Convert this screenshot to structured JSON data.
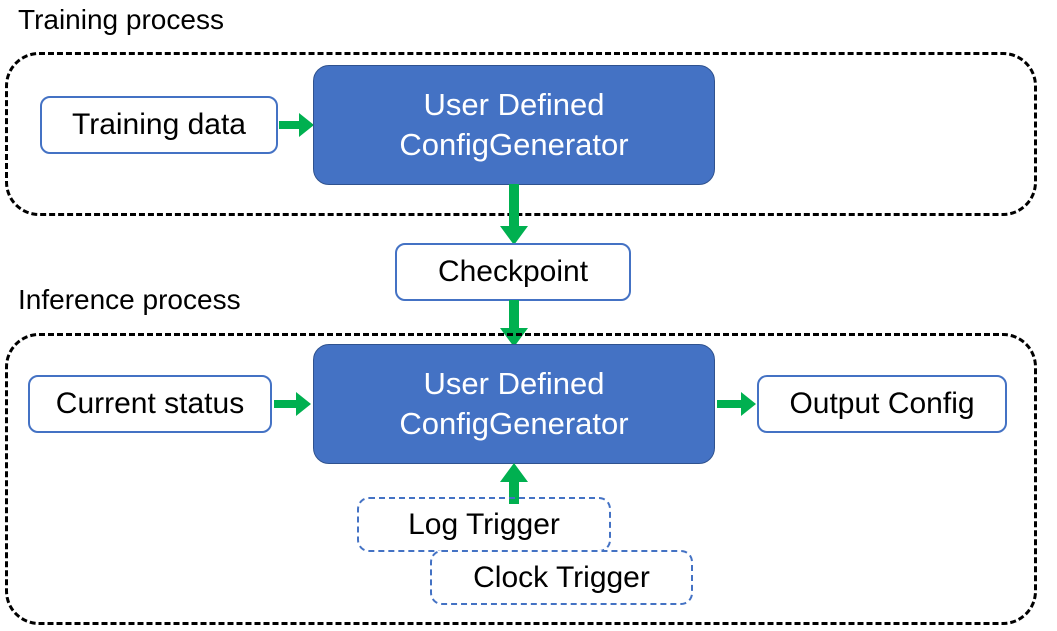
{
  "diagram": {
    "title_training": "Training process",
    "title_inference": "Inference process",
    "colors": {
      "accent_blue": "#4472C4",
      "blue_border": "#2F528F",
      "arrow_green": "#00B050",
      "container_dash": "#000000",
      "box_text": "#000000",
      "blue_box_text": "#FFFFFF",
      "background": "#FFFFFF"
    },
    "training": {
      "label": "Training process",
      "input_box": "Training data",
      "process_box_line1": "User Defined",
      "process_box_line2": "ConfigGenerator"
    },
    "shared": {
      "checkpoint_box": "Checkpoint"
    },
    "inference": {
      "label": "Inference process",
      "input_box": "Current status",
      "process_box_line1": "User Defined",
      "process_box_line2": "ConfigGenerator",
      "output_box": "Output Config",
      "triggers": [
        {
          "label": "Log Trigger"
        },
        {
          "label": "Clock Trigger"
        }
      ]
    },
    "edges": [
      {
        "from": "Training data",
        "to": "User Defined ConfigGenerator",
        "direction": "right"
      },
      {
        "from": "User Defined ConfigGenerator",
        "to": "Checkpoint",
        "direction": "down"
      },
      {
        "from": "Checkpoint",
        "to": "User Defined ConfigGenerator",
        "direction": "down"
      },
      {
        "from": "Current status",
        "to": "User Defined ConfigGenerator",
        "direction": "right"
      },
      {
        "from": "User Defined ConfigGenerator",
        "to": "Output Config",
        "direction": "right"
      },
      {
        "from": "Triggers",
        "to": "User Defined ConfigGenerator",
        "direction": "up"
      }
    ]
  }
}
